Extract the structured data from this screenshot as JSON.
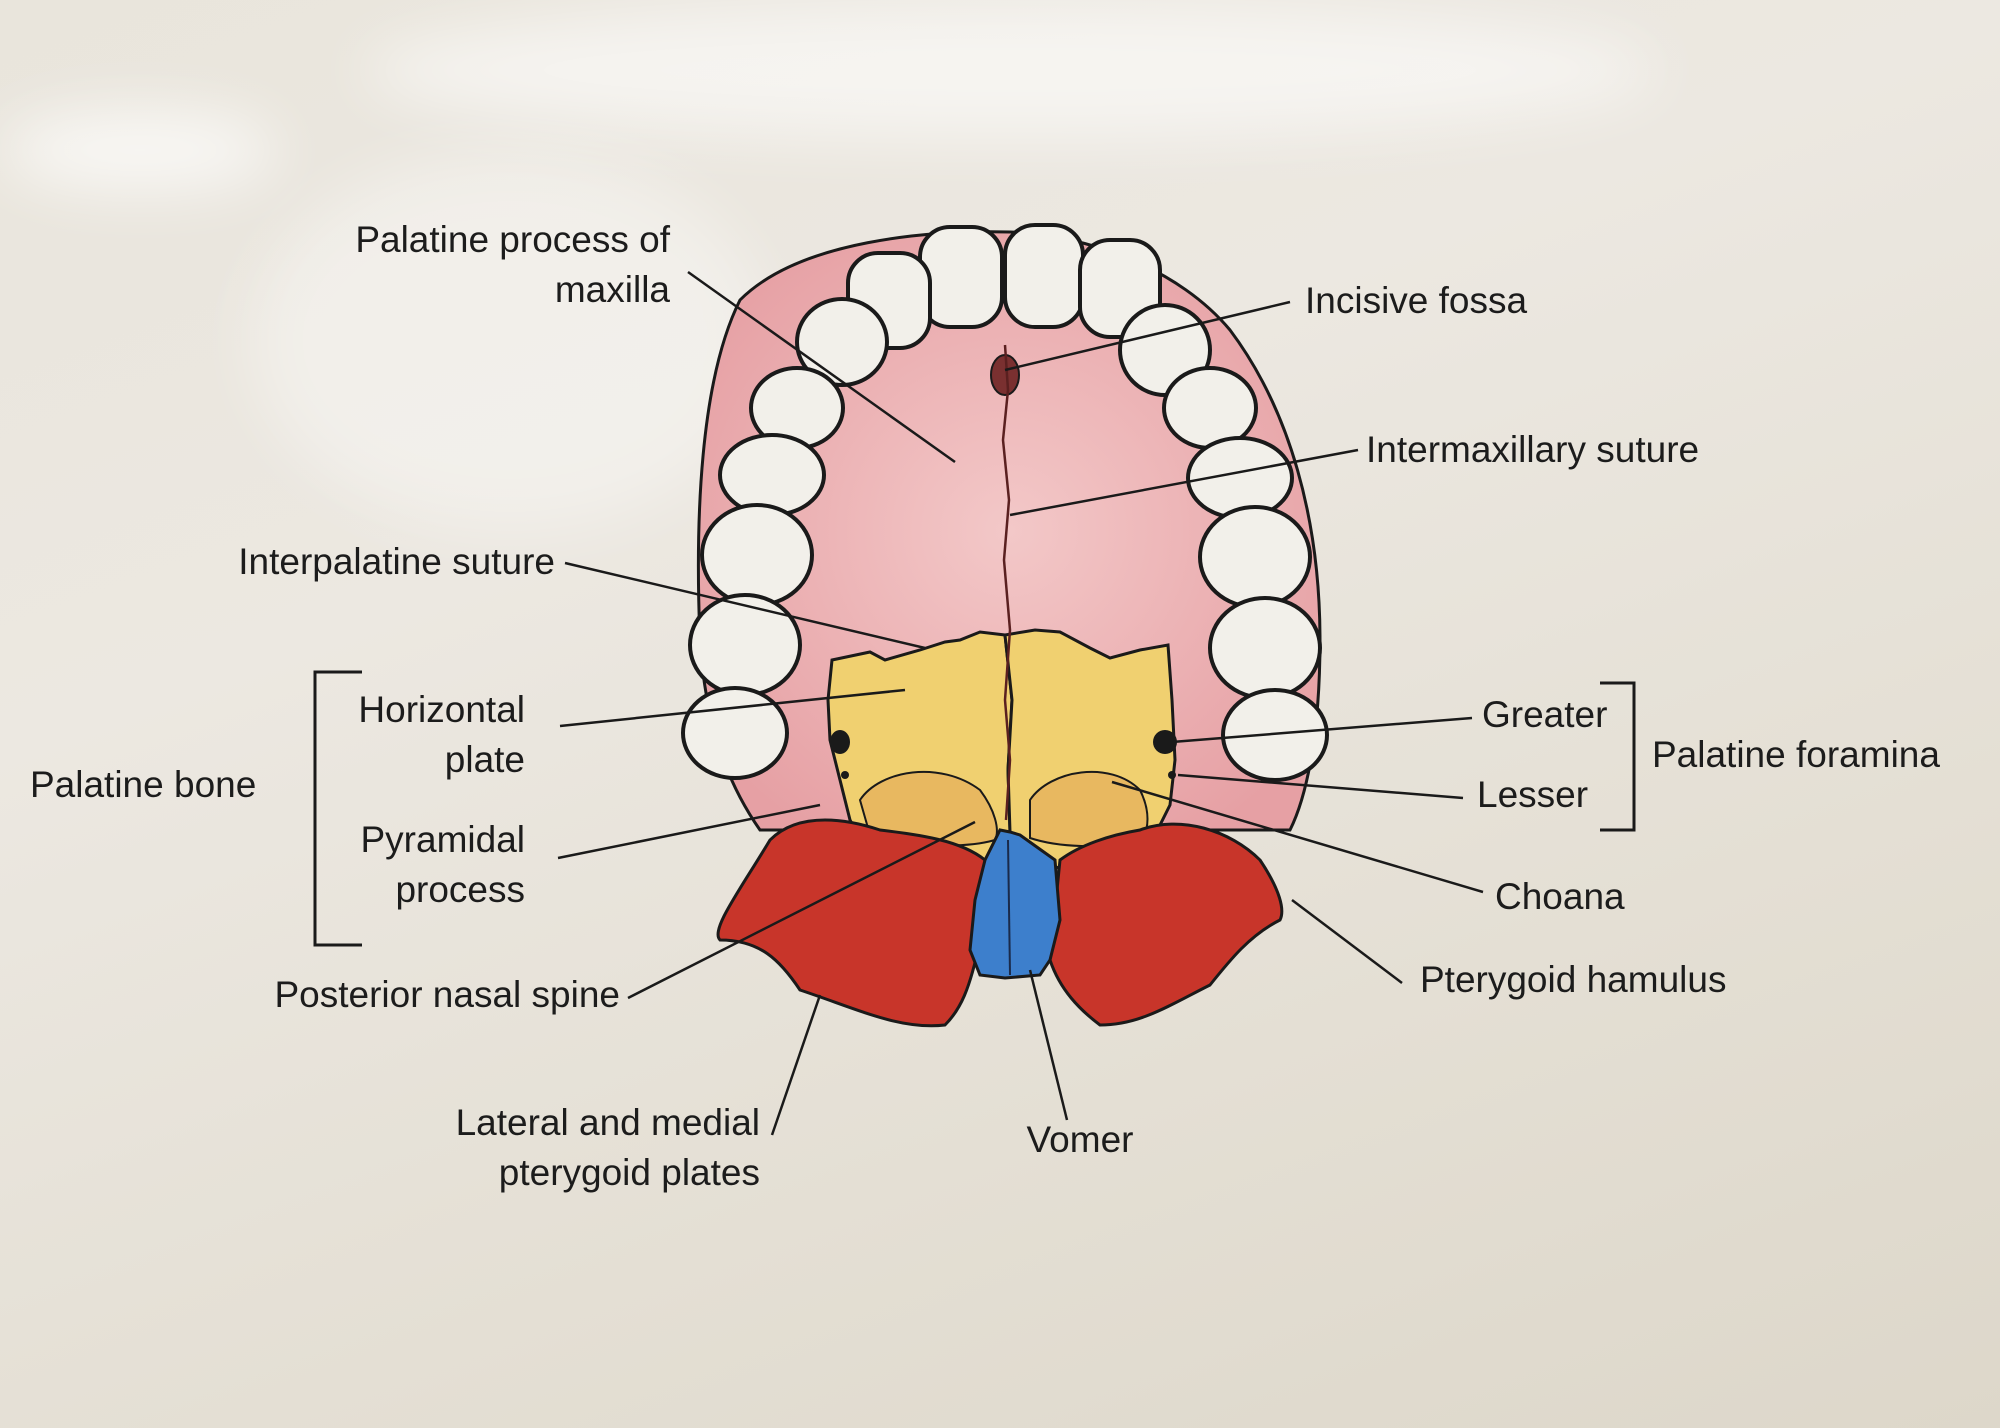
{
  "labels": {
    "palatine_process": [
      "Palatine process of",
      "maxilla"
    ],
    "incisive_fossa": "Incisive fossa",
    "intermaxillary_suture": "Intermaxillary suture",
    "interpalatine_suture": "Interpalatine suture",
    "horizontal_plate": [
      "Horizontal",
      "plate"
    ],
    "palatine_bone": "Palatine bone",
    "pyramidal_process": [
      "Pyramidal",
      "process"
    ],
    "greater": "Greater",
    "lesser": "Lesser",
    "palatine_foramina": "Palatine foramina",
    "choana": "Choana",
    "pterygoid_hamulus": "Pterygoid hamulus",
    "posterior_nasal_spine": "Posterior nasal spine",
    "pterygoid_plates": [
      "Lateral and medial",
      "pterygoid plates"
    ],
    "vomer": "Vomer"
  },
  "colors": {
    "palate": "#e8a8aa",
    "palatine_bone": "#f0d070",
    "pterygoid": "#c8352a",
    "vomer": "#3d7fcc",
    "tooth": "#f2f0ea",
    "outline": "#1a1a1a"
  }
}
